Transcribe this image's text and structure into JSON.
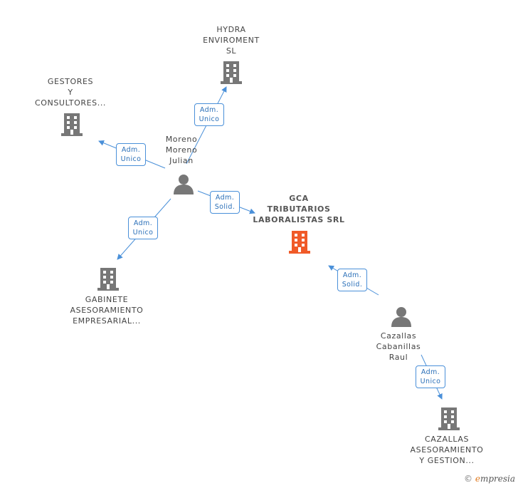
{
  "nodes": {
    "hydra": {
      "lines": [
        "HYDRA",
        "ENVIROMENT",
        "SL"
      ],
      "type": "company"
    },
    "gestores": {
      "lines": [
        "GESTORES",
        "Y",
        "CONSULTORES..."
      ],
      "type": "company"
    },
    "moreno": {
      "lines": [
        "Moreno",
        "Moreno",
        "Julian"
      ],
      "type": "person"
    },
    "gca": {
      "lines": [
        "GCA",
        "TRIBUTARIOS",
        "LABORALISTAS SRL"
      ],
      "type": "company-focus"
    },
    "gabinete": {
      "lines": [
        "GABINETE",
        "ASESORAMIENTO",
        "EMPRESARIAL..."
      ],
      "type": "company"
    },
    "cazallas_person": {
      "lines": [
        "Cazallas",
        "Cabanillas",
        "Raul"
      ],
      "type": "person"
    },
    "cazallas_company": {
      "lines": [
        "CAZALLAS",
        "ASESORAMIENTO",
        "Y GESTION..."
      ],
      "type": "company"
    }
  },
  "relations": {
    "moreno_hydra": [
      "Adm.",
      "Unico"
    ],
    "moreno_gestores": [
      "Adm.",
      "Unico"
    ],
    "moreno_gca": [
      "Adm.",
      "Solid."
    ],
    "moreno_gabinete": [
      "Adm.",
      "Unico"
    ],
    "cazallas_gca": [
      "Adm.",
      "Solid."
    ],
    "cazallas_company": [
      "Adm.",
      "Unico"
    ]
  },
  "colors": {
    "edge": "#4a90d9",
    "company": "#777777",
    "focus": "#f05a28",
    "person": "#777777"
  },
  "footer": {
    "copyright": "©",
    "brand_first": "e",
    "brand_rest": "mpresia"
  }
}
